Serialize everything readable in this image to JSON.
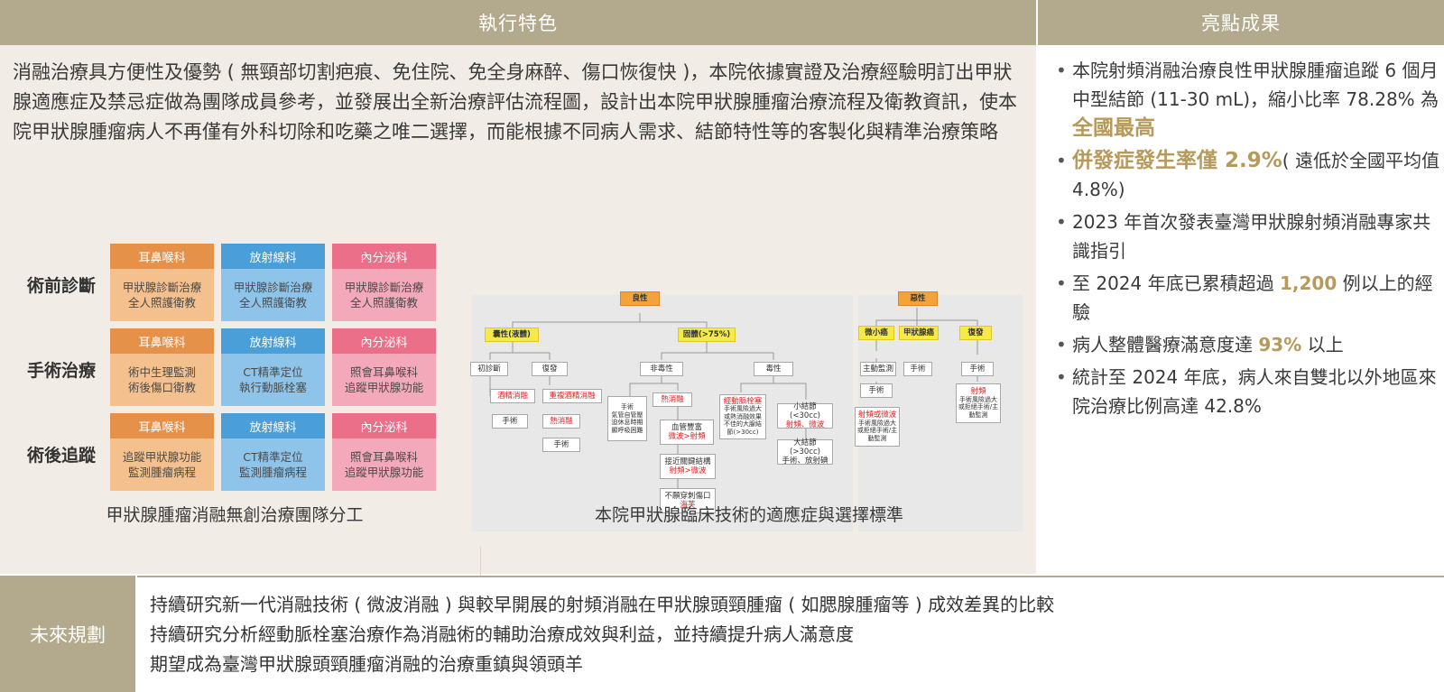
{
  "header": {
    "left_title": "執行特色",
    "right_title": "亮點成果"
  },
  "intro_text": "消融治療具方便性及優勢 ( 無頸部切割疤痕、免住院、免全身麻醉、傷口恢復快 )，本院依據實證及治療經驗明訂出甲狀腺適應症及禁忌症做為團隊成員參考，並發展出全新治療評估流程圖，設計出本院甲狀腺腫瘤治療流程及衛教資訊，使本院甲狀腺腫瘤病人不再僅有外科切除和吃藥之唯二選擇，而能根據不同病人需求、結節特性等的客製化與精準治療策略",
  "team_grid": {
    "rows": [
      {
        "label": "術前診斷",
        "cells": [
          {
            "header": "耳鼻喉科",
            "body": "甲狀腺診斷治療\n全人照護衛教"
          },
          {
            "header": "放射線科",
            "body": "甲狀腺診斷治療\n全人照護衛教"
          },
          {
            "header": "內分泌科",
            "body": "甲狀腺診斷治療\n全人照護衛教"
          }
        ]
      },
      {
        "label": "手術治療",
        "cells": [
          {
            "header": "耳鼻喉科",
            "body": "術中生理監測\n術後傷口衛教"
          },
          {
            "header": "放射線科",
            "body": "CT精準定位\n執行動脈栓塞"
          },
          {
            "header": "內分泌科",
            "body": "照會耳鼻喉科\n追蹤甲狀腺功能"
          }
        ]
      },
      {
        "label": "術後追蹤",
        "cells": [
          {
            "header": "耳鼻喉科",
            "body": "追蹤甲狀腺功能\n監測腫瘤病程"
          },
          {
            "header": "放射線科",
            "body": "CT精準定位\n監測腫瘤病程"
          },
          {
            "header": "內分泌科",
            "body": "照會耳鼻喉科\n追蹤甲狀腺功能"
          }
        ]
      }
    ],
    "caption": "甲狀腺腫瘤消融無創治療團隊分工"
  },
  "flowchart": {
    "caption": "本院甲狀腺臨床技術的適應症與選擇標準",
    "benign": "良性",
    "malignant": "惡性",
    "cystic": "囊性(液體)",
    "solid": "固體(>75%)",
    "initial": "初診斷",
    "recur": "復發",
    "ethanol": "酒精消融",
    "repeat_ethanol": "重複酒精消融",
    "surgery": "手術",
    "thermal": "熱消融",
    "nontoxic": "非毒性",
    "toxic": "毒性",
    "surg_short": "手術\n氣管自管壓\n迫休息時期\n顯呼吸困難",
    "thermal2": "熱消融",
    "arterial": "經動脈栓塞",
    "arterial_note": "手術風險過大\n或熱消融效果\n不佳的大腺結\n節(>30cc)",
    "vascular": "血管豐富",
    "vascular_tx": "微波>射頻",
    "near_nerve": "接近關鍵結構",
    "near_tx": "射頻>微波",
    "no_wound": "不願穿刺傷口",
    "no_wound_tx": "海芙",
    "small": "小結節(<30cc)",
    "small_tx": "射頻、微波",
    "large": "大結節(>30cc)",
    "large_tx": "手術、放射碘",
    "micro_ca": "微小癌",
    "thyroid_ca": "甲狀腺癌",
    "recurrence": "復發",
    "active_monitor": "主動監測",
    "rfa_mw": "射頻或微波",
    "rfa_mw_note": "手術風險過大\n或拒絕手術/主\n動監測",
    "rfa": "射頻",
    "rfa_note": "手術風險過大\n或拒絕手術/主\n動監測"
  },
  "highlights": {
    "items": [
      {
        "parts": [
          {
            "t": "本院射頻消融治療良性甲狀腺腫瘤追蹤 6 個月中型結節 (11-30 mL)，縮小比率 78.28% 為",
            "hl": false
          },
          {
            "t": "全國最高",
            "hl": true,
            "big": true
          }
        ]
      },
      {
        "parts": [
          {
            "t": "併發症發生率僅 2.9%",
            "hl": true,
            "big": true
          },
          {
            "t": "( 遠低於全國平均值 4.8%)",
            "hl": false
          }
        ]
      },
      {
        "parts": [
          {
            "t": "2023 年首次發表臺灣甲狀腺射頻消融專家共識指引",
            "hl": false
          }
        ]
      },
      {
        "parts": [
          {
            "t": "至 2024 年底已累積超過 ",
            "hl": false
          },
          {
            "t": "1,200",
            "hl": true
          },
          {
            "t": " 例以上的經驗",
            "hl": false
          }
        ]
      },
      {
        "parts": [
          {
            "t": "病人整體醫療滿意度達 ",
            "hl": false
          },
          {
            "t": "93%",
            "hl": true
          },
          {
            "t": " 以上",
            "hl": false
          }
        ]
      },
      {
        "parts": [
          {
            "t": "統計至 2024 年底，病人來自雙北以外地區來院治療比例高達 42.8%",
            "hl": false
          }
        ]
      }
    ]
  },
  "future": {
    "label": "未來規劃",
    "lines": [
      "持續研究新一代消融技術 ( 微波消融 ) 與較早開展的射頻消融在甲狀腺頭頸腫瘤 ( 如腮腺腫瘤等 ) 成效差異的比較",
      "持續研究分析經動脈栓塞治療作為消融術的輔助治療成效與利益，並持續提升病人滿意度",
      "期望成為臺灣甲狀腺頭頸腫瘤消融的治療重鎮與領頭羊"
    ]
  },
  "colors": {
    "header_bg": "#b3a98c",
    "left_bg": "#f1ede6",
    "highlight": "#b59a5b",
    "ent": "#e6914a",
    "radiology": "#4a9fd8",
    "endocrine": "#ec6f8a"
  }
}
